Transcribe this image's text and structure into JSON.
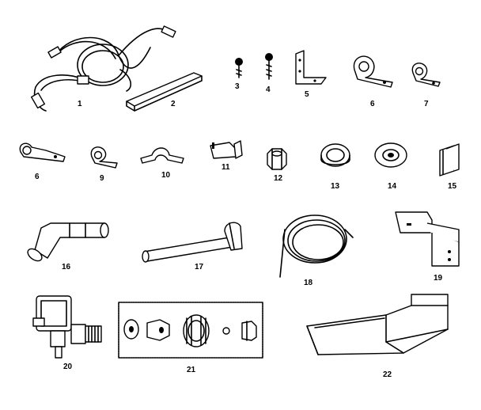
{
  "parts": [
    {
      "id": "part-1",
      "number": "1"
    },
    {
      "id": "part-2",
      "number": "2"
    },
    {
      "id": "part-3",
      "number": "3"
    },
    {
      "id": "part-4",
      "number": "4"
    },
    {
      "id": "part-5",
      "number": "5"
    },
    {
      "id": "part-6a",
      "number": "6"
    },
    {
      "id": "part-7",
      "number": "7"
    },
    {
      "id": "part-6b",
      "number": "6"
    },
    {
      "id": "part-9",
      "number": "9"
    },
    {
      "id": "part-10",
      "number": "10"
    },
    {
      "id": "part-11",
      "number": "11"
    },
    {
      "id": "part-12",
      "number": "12"
    },
    {
      "id": "part-13",
      "number": "13"
    },
    {
      "id": "part-14",
      "number": "14"
    },
    {
      "id": "part-15",
      "number": "15"
    },
    {
      "id": "part-16",
      "number": "16"
    },
    {
      "id": "part-17",
      "number": "17"
    },
    {
      "id": "part-18",
      "number": "18"
    },
    {
      "id": "part-19",
      "number": "19"
    },
    {
      "id": "part-20",
      "number": "20"
    },
    {
      "id": "part-21",
      "number": "21"
    },
    {
      "id": "part-22",
      "number": "22"
    }
  ]
}
